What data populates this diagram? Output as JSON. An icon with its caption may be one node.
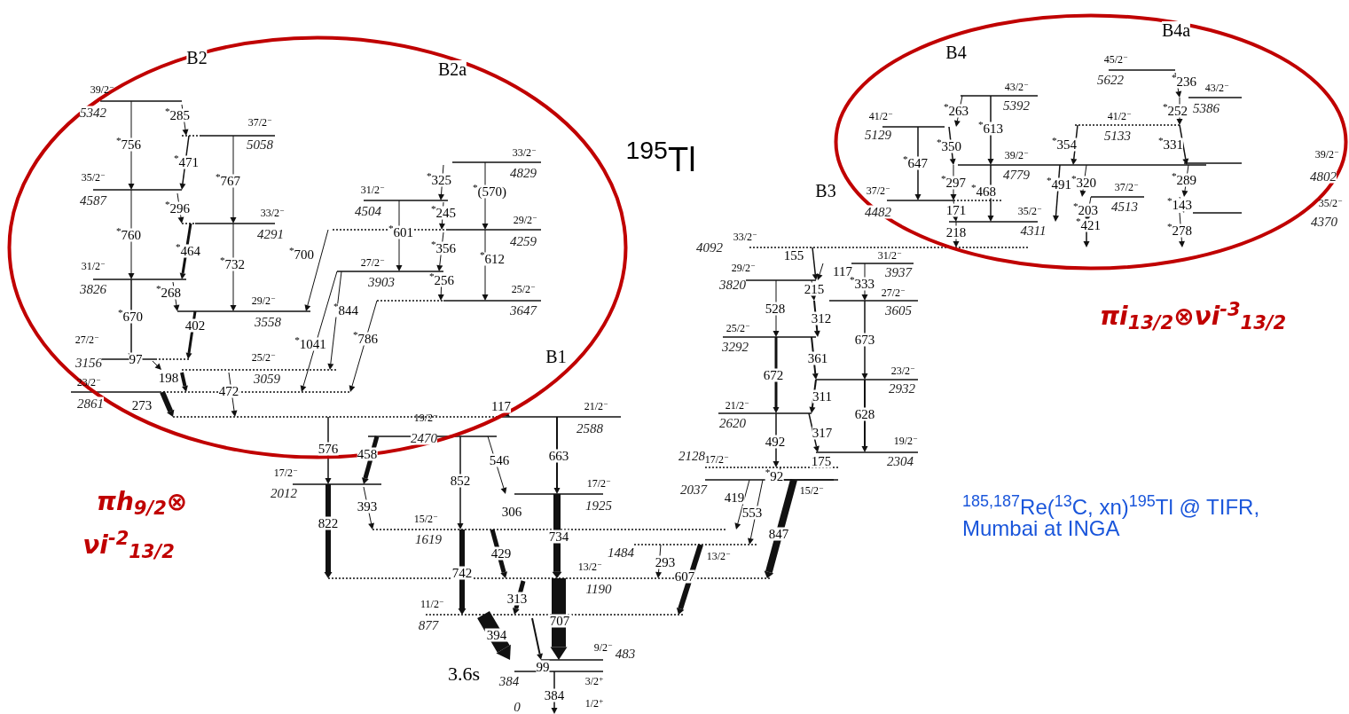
{
  "diagram": {
    "nodes": [
      {
        "text": [
          "B2",
          "B2a"
        ]
      },
      {
        "text": [
          "B4",
          "B4a"
        ]
      }
    ],
    "labels": [
      "$^{195}$Tl",
      "39/2$^{−}$",
      "5342",
      "$^{*}$285",
      "$^{*}$756",
      "37/2$^{−}$",
      "5058",
      "$^{*}$471",
      "$^{*}$767",
      "35/2$^{−}$",
      "4587",
      "$^{*}$296",
      "33/2$^{−}$",
      "4291",
      "$^{*}$760",
      "$^{*}$464",
      "$^{*}$732",
      "31/2$^{−}$",
      "3826",
      "$^{*}$268",
      "29/2$^{−}$",
      "3558",
      "$^{*}$670",
      "402",
      "27/2$^{−}$",
      "3156",
      "97",
      "23/2$^{−}$",
      "198",
      "25/2$^{−}$",
      "3059",
      "2861",
      "273",
      "472",
      "$^{*}$700",
      "31/2$^{−}$",
      "4504",
      "$^{*}$601",
      "$^{*}$325",
      "$^{*}$(570)",
      "33/2$^{−}$",
      "4829",
      "$^{*}$245",
      "29/2$^{−}$",
      "4259",
      "$^{*}$356",
      "$^{*}$612",
      "27/2$^{−}$",
      "3903",
      "$^{*}$256",
      "25/2$^{−}$",
      "3647",
      "$^{*}$844",
      "$^{*}$1041",
      "$^{*}$786",
      "B1",
      "117",
      "21/2$^{−}$",
      "2588",
      "19/2$^{−}$",
      "2470",
      "576",
      "458",
      "17/2$^{−}$",
      "2012",
      "852",
      "546",
      "663",
      "393",
      "17/2$^{−}$",
      "1925",
      "822",
      "306",
      "15/2$^{−}$",
      "1619",
      "734",
      "429",
      "742",
      "13/2$^{−}$",
      "1190",
      "1484",
      "293",
      "607",
      "13/2$^{−}$",
      "313",
      "11/2$^{−}$",
      "877",
      "707",
      "394",
      "9/2$^{−}$",
      "483",
      "3.6s",
      "384",
      "99",
      "3/2$^{+}$",
      "384",
      "0",
      "1/2$^{+}$",
      "B3",
      "4092",
      "33/2$^{−}$",
      "155",
      "117",
      "31/2$^{−}$",
      "3937",
      "29/2$^{−}$",
      "3820",
      "215",
      "$^{*}$333",
      "528",
      "27/2$^{−}$",
      "3605",
      "312",
      "25/2$^{−}$",
      "3292",
      "673",
      "361",
      "672",
      "23/2$^{−}$",
      "2932",
      "311",
      "21/2$^{−}$",
      "2620",
      "628",
      "317",
      "19/2$^{−}$",
      "2304",
      "492",
      "175",
      "2128",
      "17/2$^{−}$",
      "2037",
      "$^{*}$92",
      "419",
      "553",
      "15/2$^{−}$",
      "847",
      "45/2$^{−}$",
      "5622",
      "$^{*}$236",
      "43/2$^{−}$",
      "5392",
      "43/2$^{−}$",
      "5386",
      "$^{*}$263",
      "$^{*}$613",
      "$^{*}$252",
      "41/2$^{−}$",
      "5129",
      "41/2$^{−}$",
      "5133",
      "$^{*}$350",
      "$^{*}$354",
      "$^{*}$331",
      "$^{*}$647",
      "39/2$^{−}$",
      "4779",
      "39/2$^{−}$",
      "4802",
      "$^{*}$297",
      "$^{*}$468",
      "$^{*}$491",
      "$^{*}$320",
      "37/2$^{−}$",
      "4513",
      "$^{*}$289",
      "37/2$^{−}$",
      "4482",
      "171",
      "35/2$^{−}$",
      "4311",
      "$^{*}$203",
      "$^{*}$143",
      "35/2$^{−}$",
      "4370",
      "218",
      "$^{*}$421",
      "$^{*}$278",
      "πh$_{9/2}$⊗",
      "νi$^{-2}$$_{13/2}$",
      "πi$_{13/2}$⊗νi$^{-3}$$_{13/2}$",
      "$^{185,187}$Re($^{13}$C, xn)$^{195}$Tl @ TIFR, Mumbai at INGA"
    ]
  }
}
